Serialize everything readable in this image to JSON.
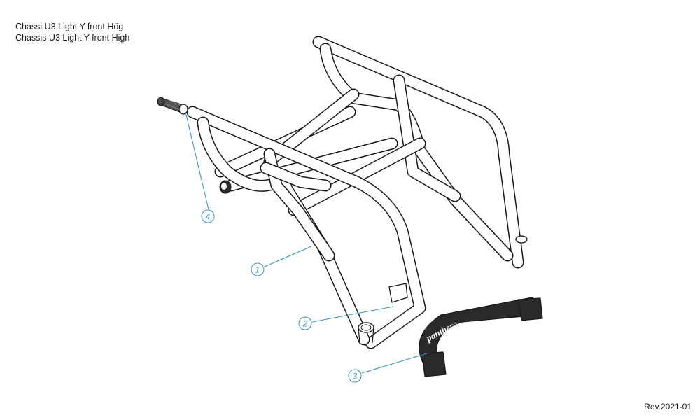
{
  "title": {
    "line1": "Chassi U3 Light Y-front Hög",
    "line2": "Chassis U3 Light Y-front High"
  },
  "revision": "Rev.2021-01",
  "callouts": [
    "1",
    "2",
    "3",
    "4"
  ],
  "footplate_brand": "panthera"
}
